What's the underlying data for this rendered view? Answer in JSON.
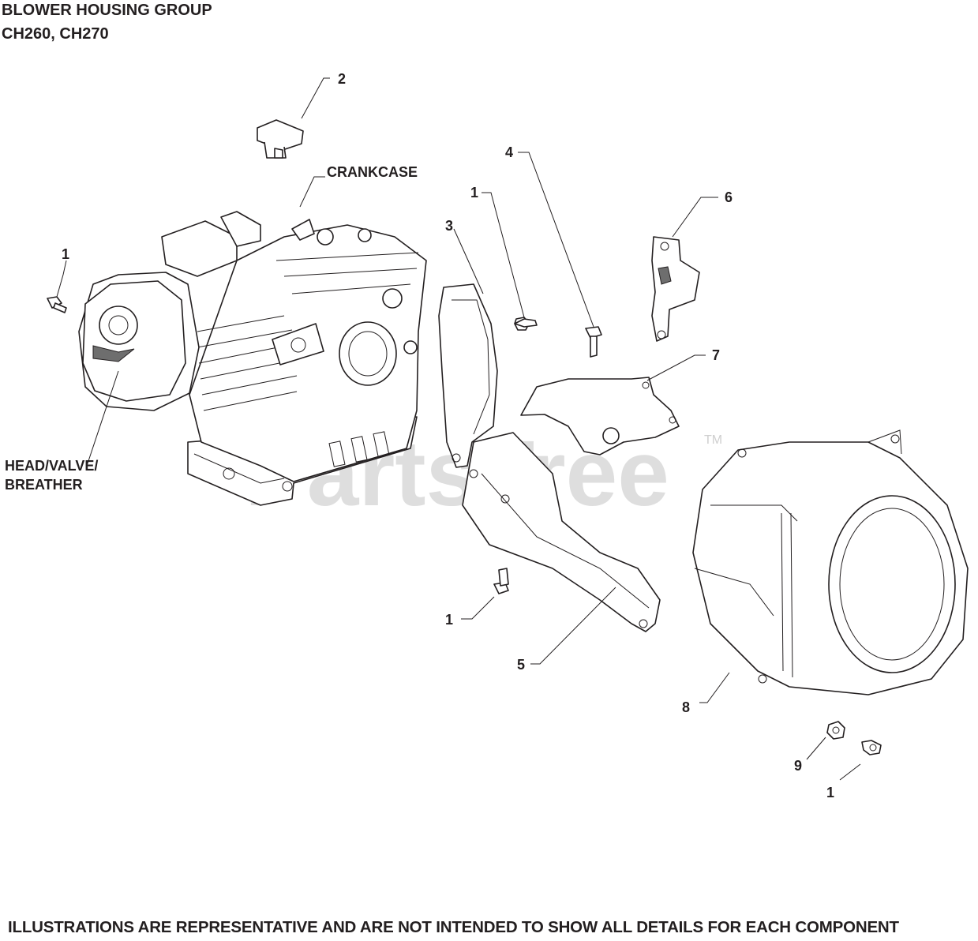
{
  "title": {
    "line1": "BLOWER HOUSING GROUP",
    "line2": "CH260, CH270"
  },
  "watermark": "PartsTree",
  "watermark_tm": "TM",
  "callouts": {
    "crankcase": "CRANKCASE",
    "head_valve_breather_1": "HEAD/VALVE/",
    "head_valve_breather_2": "BREATHER",
    "c1a": "1",
    "c1b": "1",
    "c1c": "1",
    "c1d": "1",
    "c2": "2",
    "c3": "3",
    "c4": "4",
    "c5": "5",
    "c6": "6",
    "c7": "7",
    "c8": "8",
    "c9": "9"
  },
  "footer": "ILLUSTRATIONS ARE REPRESENTATIVE AND ARE NOT INTENDED TO SHOW ALL DETAILS FOR EACH COMPONENT"
}
